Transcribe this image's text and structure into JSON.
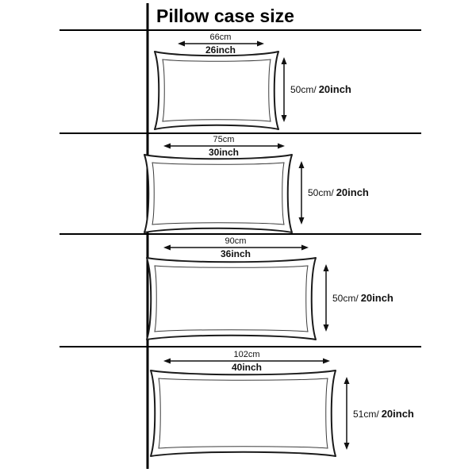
{
  "title": "Pillow case size",
  "sections": [
    {
      "width_cm": "66cm",
      "width_inch": "26inch",
      "height_cm": "50cm/",
      "height_inch": "20inch"
    },
    {
      "width_cm": "75cm",
      "width_inch": "30inch",
      "height_cm": "50cm/",
      "height_inch": "20inch"
    },
    {
      "width_cm": "90cm",
      "width_inch": "36inch",
      "height_cm": "50cm/",
      "height_inch": "20inch"
    },
    {
      "width_cm": "102cm",
      "width_inch": "40inch",
      "height_cm": "51cm/",
      "height_inch": "20inch"
    }
  ]
}
